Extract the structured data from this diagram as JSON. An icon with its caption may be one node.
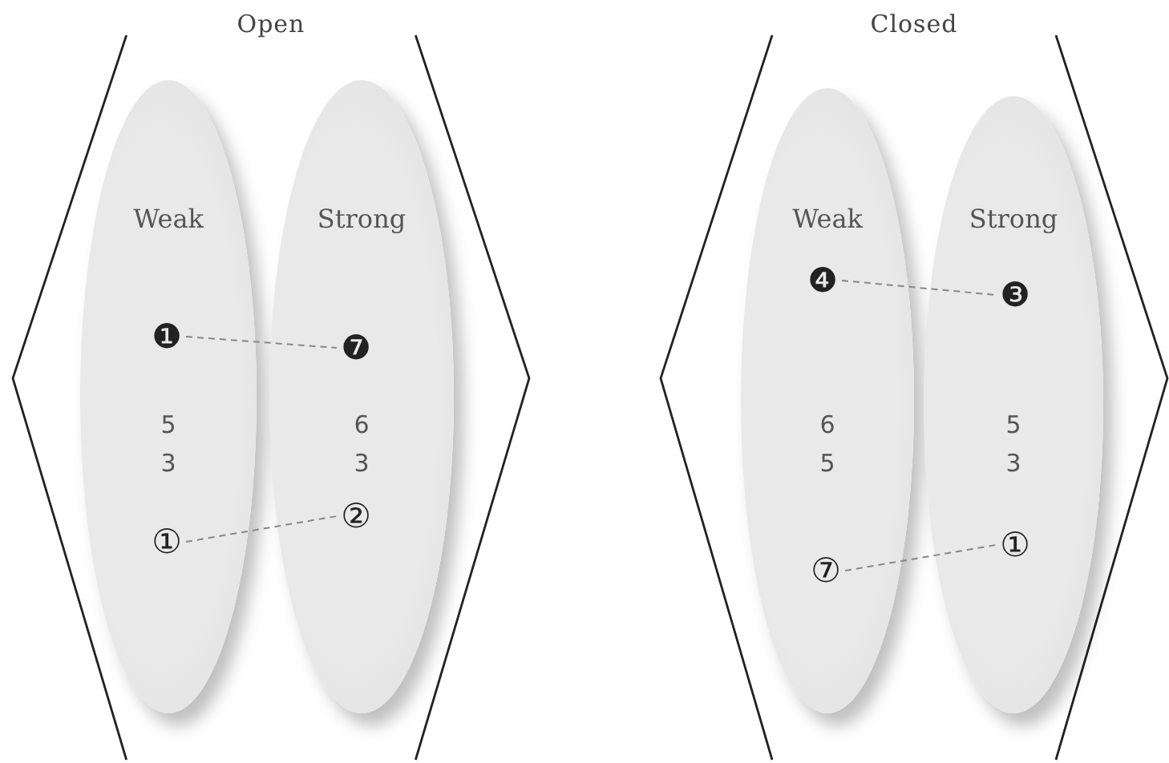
{
  "diagram": {
    "nodes": [
      {
        "text": [
          "Open"
        ]
      },
      {
        "text": [
          "Weak",
          "5",
          "3"
        ],
        "in": 0
      },
      {
        "text": [
          "❶"
        ],
        "in": 1
      },
      {
        "text": [
          "①"
        ],
        "in": 1
      },
      {
        "text": [
          "Strong",
          "6",
          "3"
        ],
        "in": 0
      },
      {
        "text": [
          "❼"
        ],
        "in": 4
      },
      {
        "text": [
          "②"
        ],
        "in": 4
      },
      {
        "text": [
          "Closed"
        ]
      },
      {
        "text": [
          "Weak",
          "6",
          "5"
        ],
        "in": 7
      },
      {
        "text": [
          "❹"
        ],
        "in": 8
      },
      {
        "text": [
          "⑦"
        ],
        "in": 8
      },
      {
        "text": [
          "Strong",
          "5",
          "3"
        ],
        "in": 7
      },
      {
        "text": [
          "❸"
        ],
        "in": 11
      },
      {
        "text": [
          "①"
        ],
        "in": 11
      }
    ],
    "edges": [
      {
        "from": 2,
        "to": 5,
        "arrow": "none",
        "style": "dashed"
      },
      {
        "from": 3,
        "to": 6,
        "arrow": "none",
        "style": "dashed"
      },
      {
        "from": 9,
        "to": 12,
        "arrow": "none",
        "style": "dashed"
      },
      {
        "from": 10,
        "to": 13,
        "arrow": "none",
        "style": "dashed"
      }
    ]
  }
}
